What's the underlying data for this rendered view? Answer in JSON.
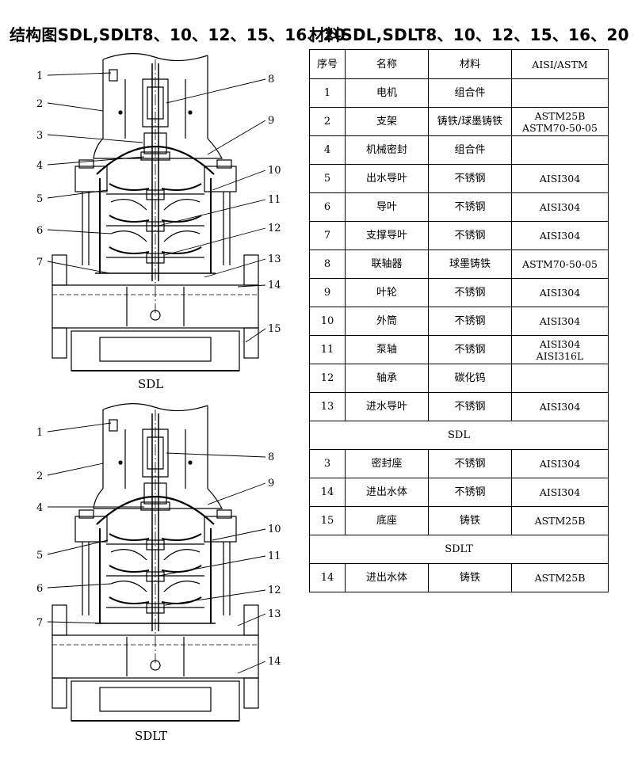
{
  "heading_left": "结构图SDL,SDLT8、10、12、15、16、20",
  "heading_right": "材料SDL,SDLT8、10、12、15、16、20",
  "drawing_top": {
    "caption": "SDL",
    "left_callouts": [
      "1",
      "2",
      "3",
      "4",
      "5",
      "6",
      "7"
    ],
    "right_callouts": [
      "8",
      "9",
      "10",
      "11",
      "12",
      "13",
      "14",
      "15"
    ]
  },
  "drawing_bottom": {
    "caption": "SDLT",
    "left_callouts": [
      "1",
      "2",
      "4",
      "5",
      "6",
      "7"
    ],
    "right_callouts": [
      "8",
      "9",
      "10",
      "11",
      "12",
      "13",
      "14"
    ]
  },
  "table": {
    "header": [
      "序号",
      "名称",
      "材料",
      "AISI/ASTM"
    ],
    "rows": [
      {
        "no": "1",
        "name": "电机",
        "material": "组合件",
        "std": ""
      },
      {
        "no": "2",
        "name": "支架",
        "material": "铸铁/球墨铸铁",
        "std": "ASTM25B",
        "std2": "ASTM70-50-05"
      },
      {
        "no": "4",
        "name": "机械密封",
        "material": "组合件",
        "std": ""
      },
      {
        "no": "5",
        "name": "出水导叶",
        "material": "不锈钢",
        "std": "AISI304"
      },
      {
        "no": "6",
        "name": "导叶",
        "material": "不锈钢",
        "std": "AISI304"
      },
      {
        "no": "7",
        "name": "支撑导叶",
        "material": "不锈钢",
        "std": "AISI304"
      },
      {
        "no": "8",
        "name": "联轴器",
        "material": "球墨铸铁",
        "std": "ASTM70-50-05"
      },
      {
        "no": "9",
        "name": "叶轮",
        "material": "不锈钢",
        "std": "AISI304"
      },
      {
        "no": "10",
        "name": "外筒",
        "material": "不锈钢",
        "std": "AISI304"
      },
      {
        "no": "11",
        "name": "泵轴",
        "material": "不锈钢",
        "std": "AISI304",
        "std2": "AISI316L"
      },
      {
        "no": "12",
        "name": "轴承",
        "material": "碳化钨",
        "std": ""
      },
      {
        "no": "13",
        "name": "进水导叶",
        "material": "不锈钢",
        "std": "AISI304"
      }
    ],
    "section_sdl": "SDL",
    "rows_sdl": [
      {
        "no": "3",
        "name": "密封座",
        "material": "不锈钢",
        "std": "AISI304"
      },
      {
        "no": "14",
        "name": "进出水体",
        "material": "不锈钢",
        "std": "AISI304"
      },
      {
        "no": "15",
        "name": "底座",
        "material": "铸铁",
        "std": "ASTM25B"
      }
    ],
    "section_sdlt": "SDLT",
    "rows_sdlt": [
      {
        "no": "14",
        "name": "进出水体",
        "material": "铸铁",
        "std": "ASTM25B"
      }
    ]
  }
}
